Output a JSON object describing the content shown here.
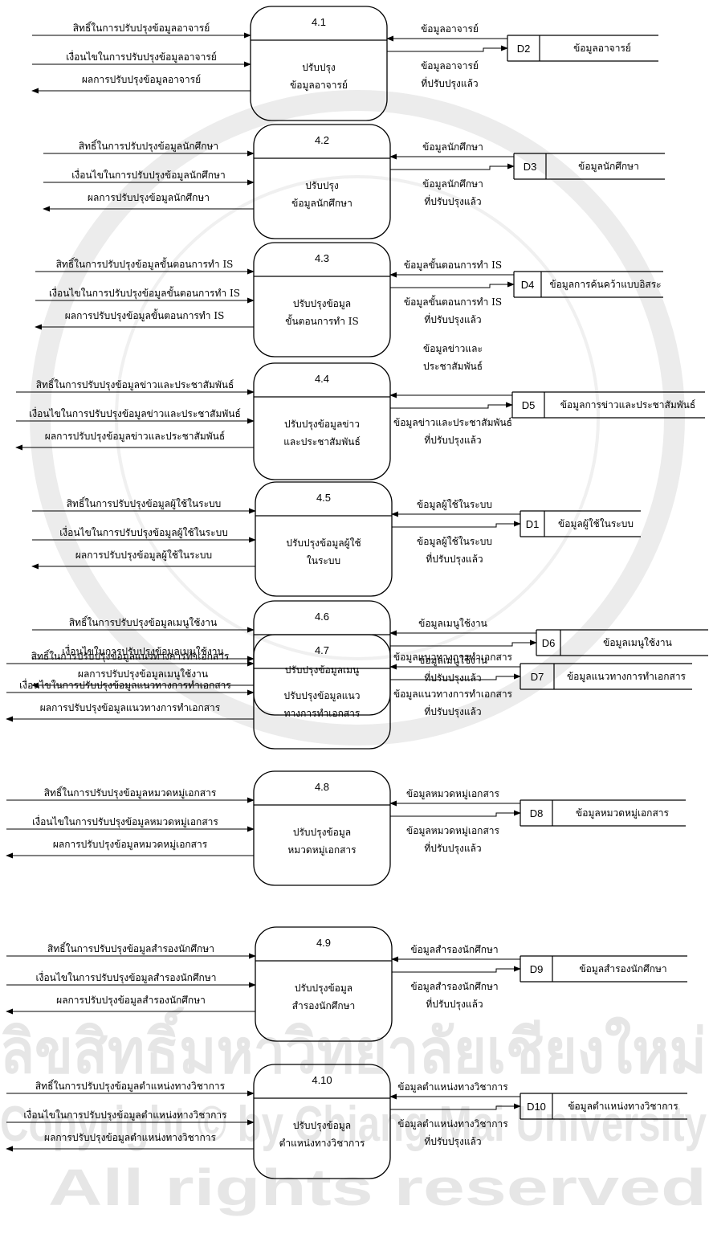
{
  "watermark": {
    "thai_line": "ลิขสิทธิ์มหาวิทยาลัยเชียงใหม่",
    "copyright_line": "Copyright © by Chiang Mai University",
    "rights_line": "All rights reserved"
  },
  "processes": [
    {
      "id": "4.1",
      "name_lines": [
        "ปรับปรุง",
        "ข้อมูลอาจารย์"
      ],
      "inputs": [
        "สิทธิ์ในการปรับปรุงข้อมูลอาจารย์",
        "เงื่อนไขในการปรับปรุงข้อมูลอาจารย์"
      ],
      "output": "ผลการปรับปรุงข้อมูลอาจารย์",
      "store_id": "D2",
      "store_name": "ข้อมูลอาจารย์",
      "from_store": [
        "ข้อมูลอาจารย์"
      ],
      "to_store": [
        "ข้อมูลอาจารย์",
        "ที่ปรับปรุงแล้ว"
      ]
    },
    {
      "id": "4.2",
      "name_lines": [
        "ปรับปรุง",
        "ข้อมูลนักศึกษา"
      ],
      "inputs": [
        "สิทธิ์ในการปรับปรุงข้อมูลนักศึกษา",
        "เงื่อนไขในการปรับปรุงข้อมูลนักศึกษา"
      ],
      "output": "ผลการปรับปรุงข้อมูลนักศึกษา",
      "store_id": "D3",
      "store_name": "ข้อมูลนักศึกษา",
      "from_store": [
        "ข้อมูลนักศึกษา"
      ],
      "to_store": [
        "ข้อมูลนักศึกษา",
        "ที่ปรับปรุงแล้ว"
      ]
    },
    {
      "id": "4.3",
      "name_lines": [
        "ปรับปรุงข้อมูล",
        "ขั้นตอนการทำ IS"
      ],
      "inputs": [
        "สิทธิ์ในการปรับปรุงข้อมูลขั้นตอนการทำ IS",
        "เงื่อนไขในการปรับปรุงข้อมูลขั้นตอนการทำ IS"
      ],
      "output": "ผลการปรับปรุงข้อมูลขั้นตอนการทำ IS",
      "store_id": "D4",
      "store_name": "ข้อมูลการค้นคว้าแบบอิสระ",
      "from_store": [
        "ข้อมูลขั้นตอนการทำ IS"
      ],
      "to_store": [
        "ข้อมูลขั้นตอนการทำ IS",
        "ที่ปรับปรุงแล้ว"
      ]
    },
    {
      "id": "4.4",
      "name_lines": [
        "ปรับปรุงข้อมูลข่าว",
        "และประชาสัมพันธ์"
      ],
      "inputs": [
        "สิทธิ์ในการปรับปรุงข้อมูลข่าวและประชาสัมพันธ์",
        "เงื่อนไขในการปรับปรุงข้อมูลข่าวและประชาสัมพันธ์"
      ],
      "output": "ผลการปรับปรุงข้อมูลข่าวและประชาสัมพันธ์",
      "store_id": "D5",
      "store_name": "ข้อมูลการข่าวและประชาสัมพันธ์",
      "from_store": [
        "ข้อมูลข่าวและ",
        "ประชาสัมพันธ์"
      ],
      "to_store": [
        "ข้อมูลข่าวและประชาสัมพันธ์",
        "ที่ปรับปรุงแล้ว"
      ]
    },
    {
      "id": "4.5",
      "name_lines": [
        "ปรับปรุงข้อมูลผู้ใช้",
        "ในระบบ"
      ],
      "inputs": [
        "สิทธิ์ในการปรับปรุงข้อมูลผู้ใช้ในระบบ",
        "เงื่อนไขในการปรับปรุงข้อมูลผู้ใช้ในระบบ"
      ],
      "output": "ผลการปรับปรุงข้อมูลผู้ใช้ในระบบ",
      "store_id": "D1",
      "store_name": "ข้อมูลผู้ใช้ในระบบ",
      "from_store": [
        "ข้อมูลผู้ใช้ในระบบ"
      ],
      "to_store": [
        "ข้อมูลผู้ใช้ในระบบ",
        "ที่ปรับปรุงแล้ว"
      ]
    },
    {
      "id": "4.6",
      "name_lines": [
        "ปรับปรุงข้อมูลเมนู"
      ],
      "inputs": [
        "สิทธิ์ในการปรับปรุงข้อมูลเมนูใช้งาน",
        "เงื่อนไขในการปรับปรุงข้อมูลเมนูใช้งาน"
      ],
      "output": "ผลการปรับปรุงข้อมูลเมนูใช้งาน",
      "store_id": "D6",
      "store_name": "ข้อมูลเมนูใช้งาน",
      "from_store": [
        "ข้อมูลเมนูใช้งาน"
      ],
      "to_store": [
        "ข้อมูลเมนูใช้งาน",
        "ที่ปรับปรุงแล้ว"
      ]
    },
    {
      "id": "4.7",
      "name_lines": [
        "ปรับปรุงข้อมูลแนว",
        "ทางการทำเอกสาร"
      ],
      "inputs": [
        "สิทธิ์ในการปรับปรุงข้อมูลแนวทางการทำเอกสาร",
        "เงื่อนไขในการปรับปรุงข้อมูลแนวทางการทำเอกสาร"
      ],
      "output": "ผลการปรับปรุงข้อมูลแนวทางการทำเอกสาร",
      "store_id": "D7",
      "store_name": "ข้อมูลแนวทางการทำเอกสาร",
      "from_store": [
        "ข้อมูลแนวทางการทำเอกสาร"
      ],
      "to_store": [
        "ข้อมูลแนวทางการทำเอกสาร",
        "ที่ปรับปรุงแล้ว"
      ]
    },
    {
      "id": "4.8",
      "name_lines": [
        "ปรับปรุงข้อมูล",
        "หมวดหมู่เอกสาร"
      ],
      "inputs": [
        "สิทธิ์ในการปรับปรุงข้อมูลหมวดหมู่เอกสาร",
        "เงื่อนไขในการปรับปรุงข้อมูลหมวดหมู่เอกสาร"
      ],
      "output": "ผลการปรับปรุงข้อมูลหมวดหมู่เอกสาร",
      "store_id": "D8",
      "store_name": "ข้อมูลหมวดหมู่เอกสาร",
      "from_store": [
        "ข้อมูลหมวดหมู่เอกสาร"
      ],
      "to_store": [
        "ข้อมูลหมวดหมู่เอกสาร",
        "ที่ปรับปรุงแล้ว"
      ]
    },
    {
      "id": "4.9",
      "name_lines": [
        "ปรับปรุงข้อมูล",
        "สำรองนักศึกษา"
      ],
      "inputs": [
        "สิทธิ์ในการปรับปรุงข้อมูลสำรองนักศึกษา",
        "เงื่อนไขในการปรับปรุงข้อมูลสำรองนักศึกษา"
      ],
      "output": "ผลการปรับปรุงข้อมูลสำรองนักศึกษา",
      "store_id": "D9",
      "store_name": "ข้อมูลสำรองนักศึกษา",
      "from_store": [
        "ข้อมูลสำรองนักศึกษา"
      ],
      "to_store": [
        "ข้อมูลสำรองนักศึกษา",
        "ที่ปรับปรุงแล้ว"
      ]
    },
    {
      "id": "4.10",
      "name_lines": [
        "ปรับปรุงข้อมูล",
        "ตำแหน่งทางวิชาการ"
      ],
      "inputs": [
        "สิทธิ์ในการปรับปรุงข้อมูลตำแหน่งทางวิชาการ",
        "เงื่อนไขในการปรับปรุงข้อมูลตำแหน่งทางวิชาการ"
      ],
      "output": "ผลการปรับปรุงข้อมูลตำแหน่งทางวิชาการ",
      "store_id": "D10",
      "store_name": "ข้อมูลตำแหน่งทางวิชาการ",
      "from_store": [
        "ข้อมูลตำแหน่งทางวิชาการ"
      ],
      "to_store": [
        "ข้อมูลตำแหน่งทางวิชาการ",
        "ที่ปรับปรุงแล้ว"
      ]
    }
  ]
}
